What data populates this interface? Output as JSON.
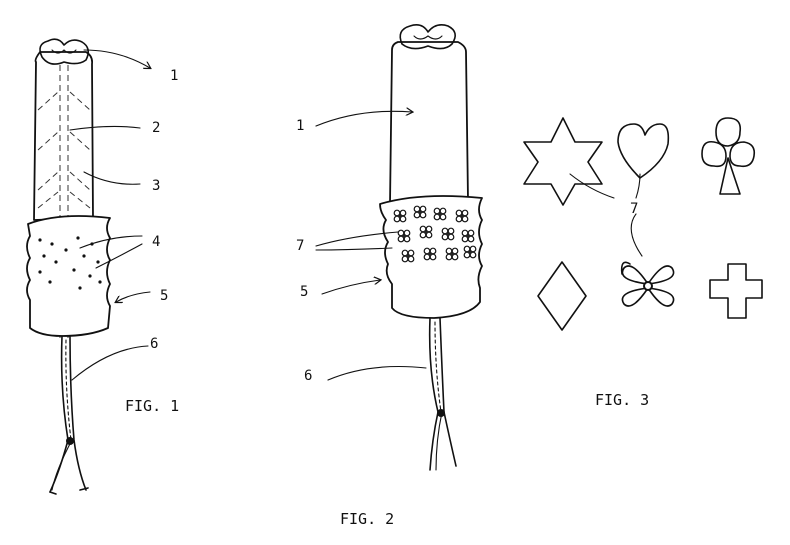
{
  "figures": {
    "fig1": {
      "caption": "FIG. 1",
      "labels": [
        "1",
        "2",
        "3",
        "4",
        "5",
        "6"
      ]
    },
    "fig2": {
      "caption": "FIG. 2",
      "labels": [
        "1",
        "7",
        "5",
        "6"
      ]
    },
    "fig3": {
      "caption": "FIG. 3",
      "label": "7",
      "shapes": [
        "star",
        "heart",
        "club",
        "diamond",
        "flower",
        "cross"
      ]
    }
  }
}
